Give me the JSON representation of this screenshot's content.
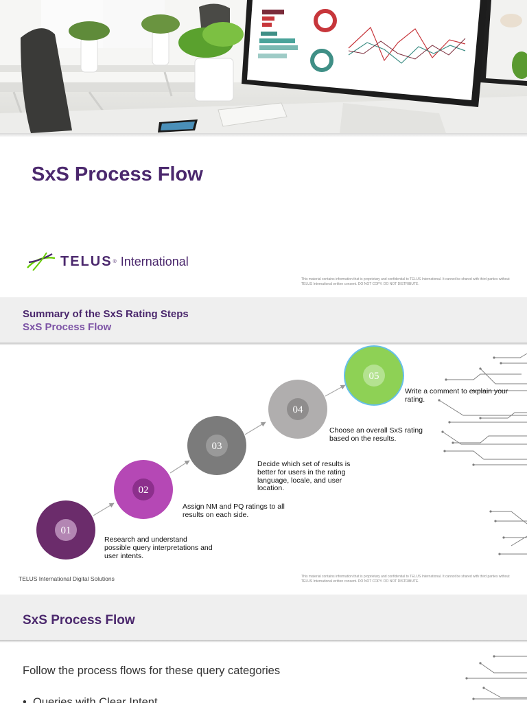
{
  "slide1": {
    "title": "SxS Process Flow",
    "logo": {
      "brand": "TELUS",
      "registered": "®",
      "suffix": "International"
    },
    "confidential": "This material contains information that is proprietary and confidential to TELUS International. It cannot be shared with third parties without TELUS International written consent. DO NOT COPY. DO NOT DISTRIBUTE."
  },
  "slide2": {
    "title": "Summary of the SxS Rating Steps",
    "subtitle": "SxS Process Flow",
    "steps": [
      {
        "number": "01",
        "text": "Research and understand possible query interpretations and user intents.",
        "color": "#6b2c6b"
      },
      {
        "number": "02",
        "text": "Assign NM and PQ ratings to all results on each side.",
        "color": "#b548b5"
      },
      {
        "number": "03",
        "text": "Decide which set of results is better for users in the rating language, locale, and user location.",
        "color": "#7b7b7b"
      },
      {
        "number": "04",
        "text": "Choose an overall SxS rating based on the results.",
        "color": "#b0aeae"
      },
      {
        "number": "05",
        "text": "Write a comment to explain your rating.",
        "color": "#8ed155"
      }
    ],
    "footer": "TELUS International Digital Solutions",
    "confidential": "This material contains information that is proprietary and confidential to TELUS International. It cannot be shared with third parties without TELUS International written consent. DO NOT COPY. DO NOT DISTRIBUTE."
  },
  "slide3": {
    "title": "SxS Process Flow",
    "text": "Follow the process flows for these query categories",
    "bullet": "Queries with Clear Intent"
  },
  "colors": {
    "brand_purple": "#4b286d",
    "accent_purple": "#7c53a5",
    "telus_green": "#66cc00"
  }
}
